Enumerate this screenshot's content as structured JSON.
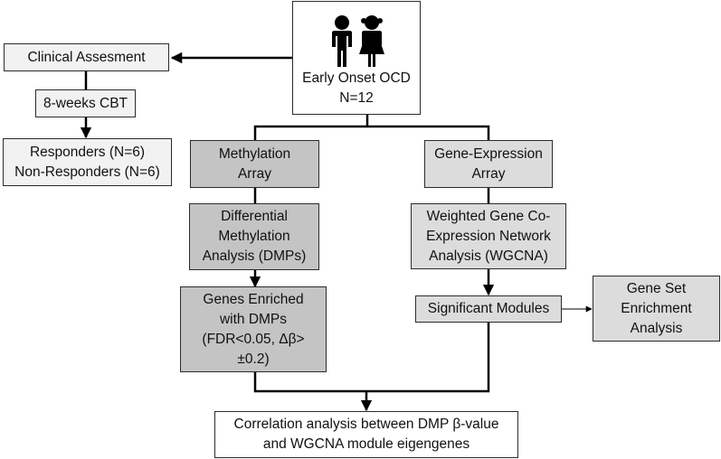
{
  "nodes": {
    "cohort": {
      "lines": [
        "Early Onset OCD",
        "N=12"
      ],
      "icon": "children-icon"
    },
    "clinical": {
      "lines": [
        "Clinical Assesment"
      ]
    },
    "cbt": {
      "lines": [
        "8-weeks CBT"
      ]
    },
    "responders": {
      "lines": [
        "Responders (N=6)",
        "Non-Responders (N=6)"
      ]
    },
    "methylation_array": {
      "lines": [
        "Methylation",
        "Array"
      ]
    },
    "dmp": {
      "lines": [
        "Differential",
        "Methylation",
        "Analysis (DMPs)"
      ]
    },
    "enriched": {
      "lines": [
        "Genes Enriched",
        "with DMPs",
        "(FDR<0.05, Δβ>",
        "±0.2)"
      ]
    },
    "expression_array": {
      "lines": [
        "Gene-Expression",
        "Array"
      ]
    },
    "wgcna": {
      "lines": [
        "Weighted Gene Co-",
        "Expression Network",
        "Analysis (WGCNA)"
      ]
    },
    "modules": {
      "lines": [
        "Significant Modules"
      ]
    },
    "gsea": {
      "lines": [
        "Gene Set",
        "Enrichment",
        "Analysis"
      ]
    },
    "correlation": {
      "lines": [
        "Correlation analysis between DMP β-value",
        "and WGCNA module eigengenes"
      ]
    }
  },
  "colors": {
    "methylation_fill": "#c4c4c4",
    "expression_fill": "#dcdcdc",
    "clinical_fill": "#f2f2f2",
    "line": "#000000"
  }
}
